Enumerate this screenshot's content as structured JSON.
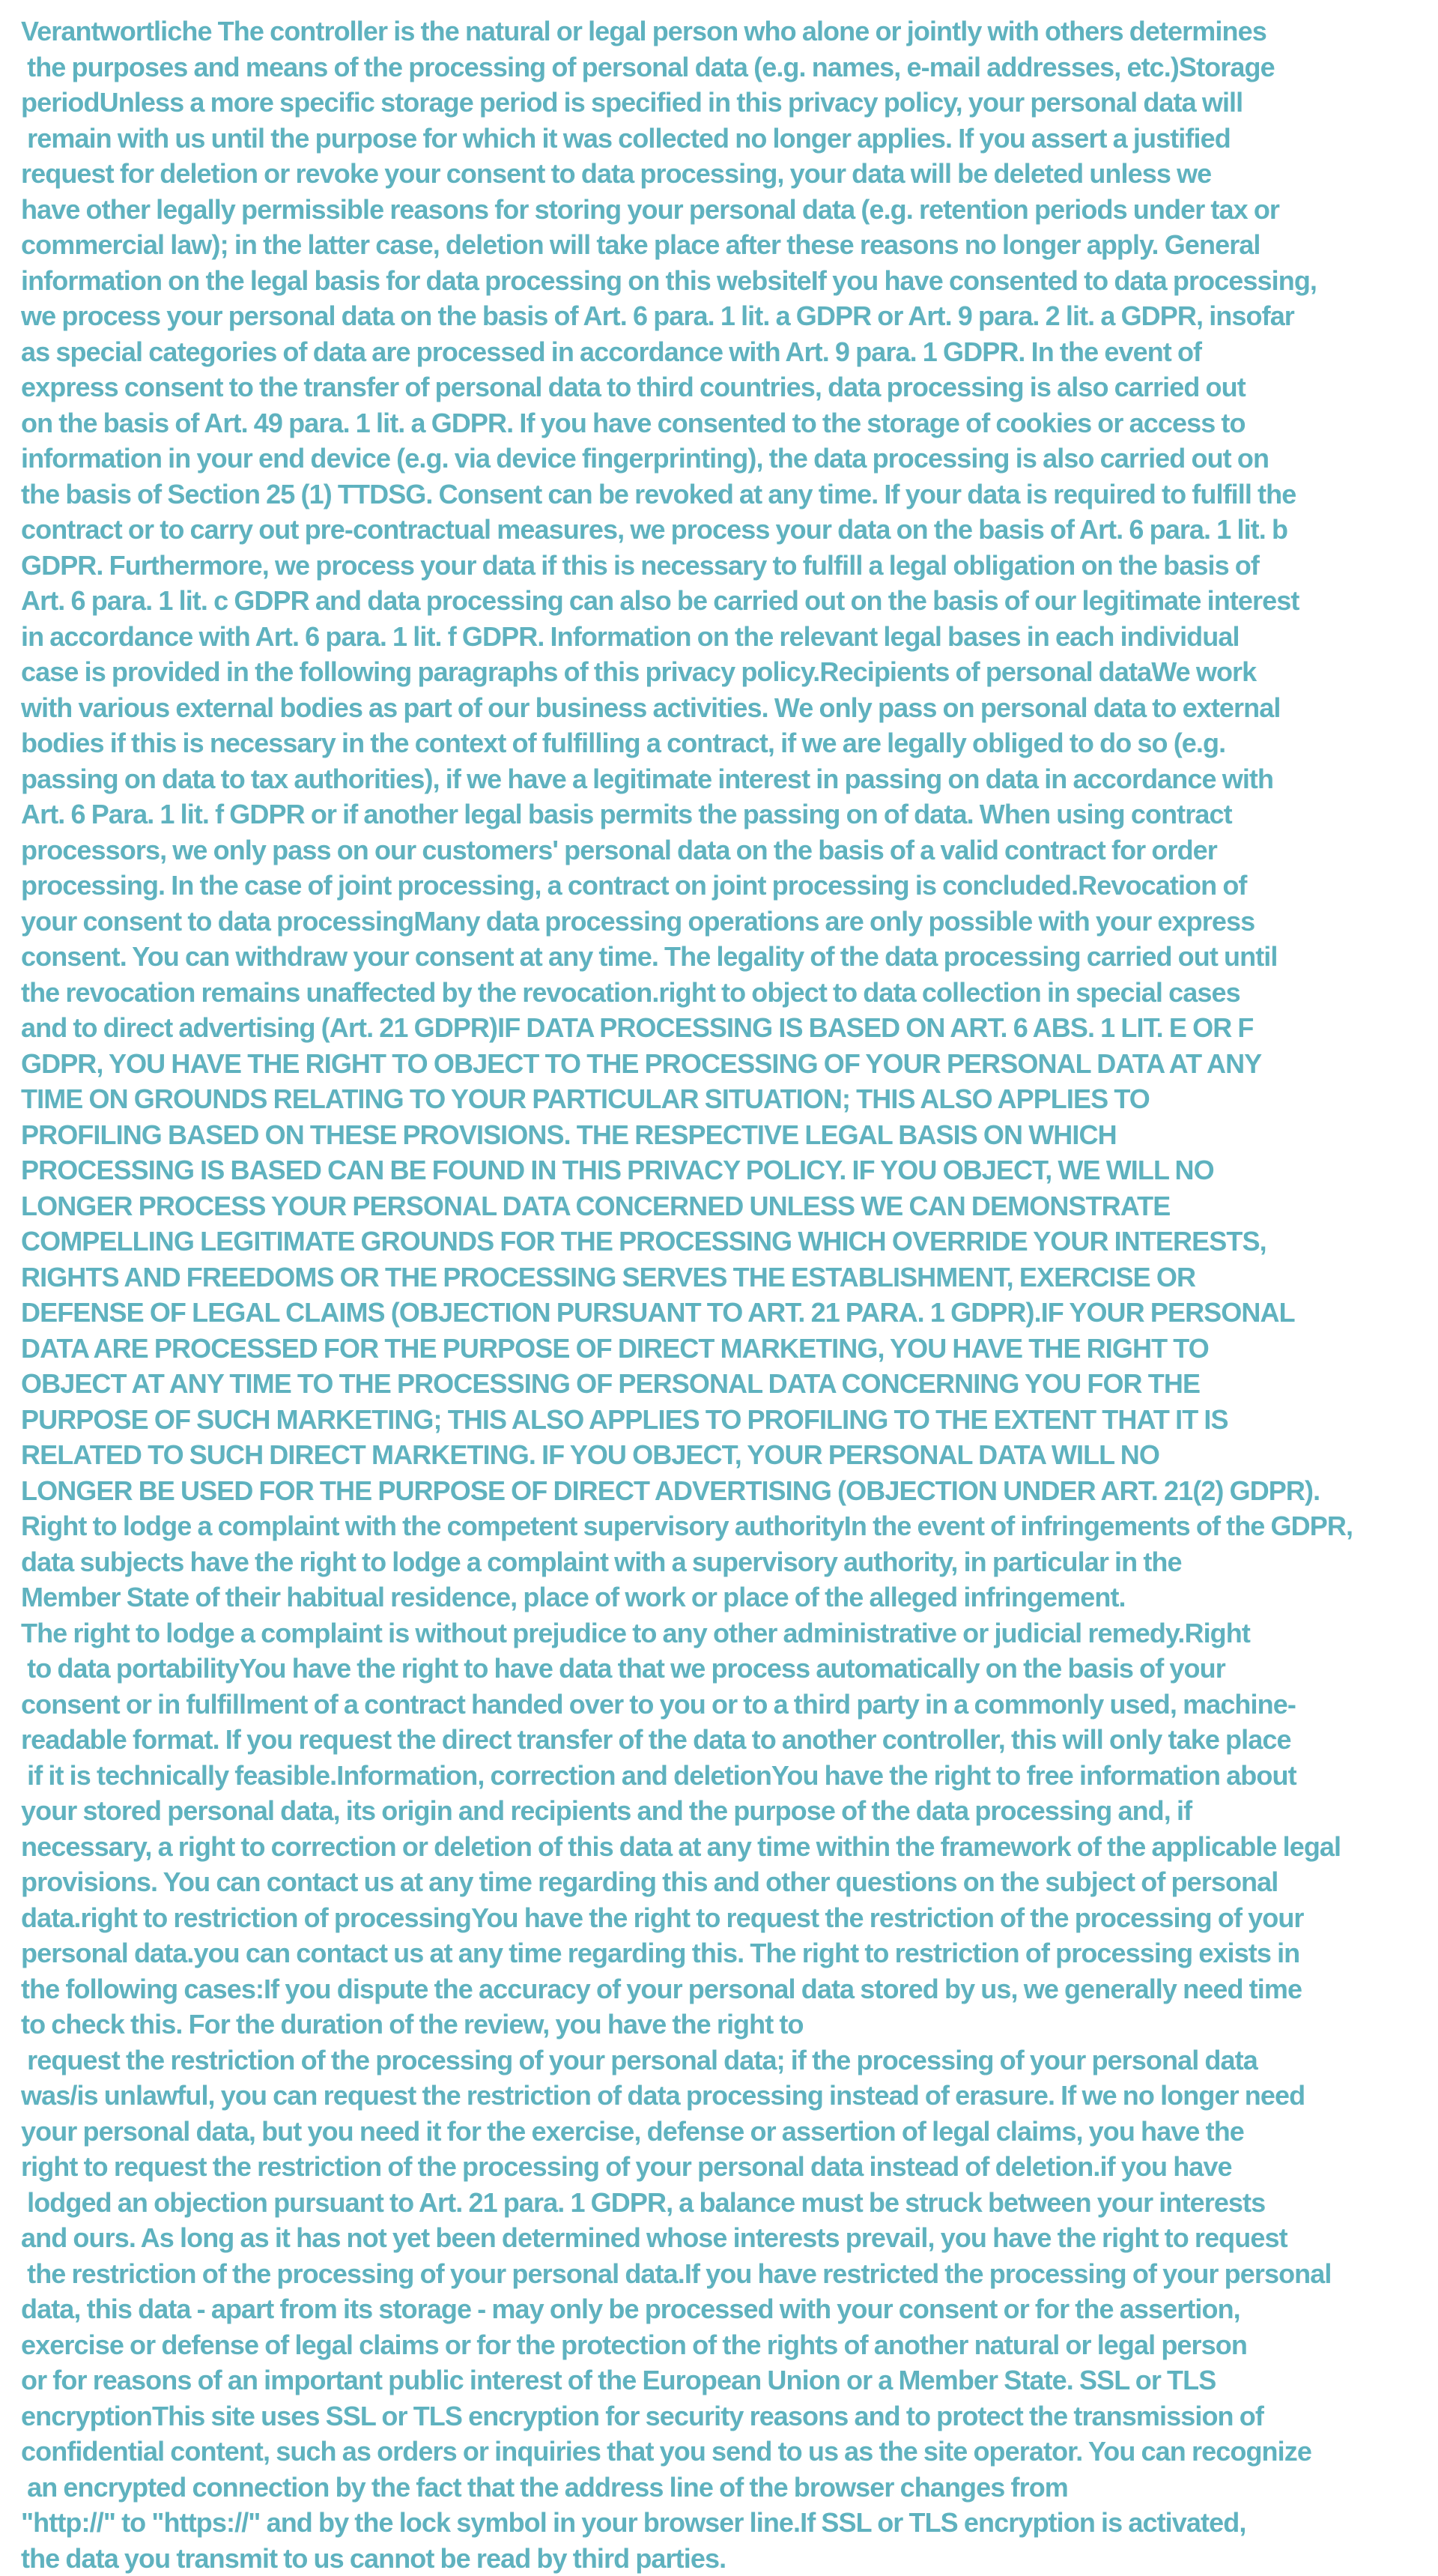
{
  "document": {
    "lines": [
      "Verantwortliche The controller is the natural or legal person who alone or jointly with others determines",
      " the purposes and means of the processing of personal data (e.g. names, e-mail addresses, etc.)Storage",
      "periodUnless a more specific storage period is specified in this privacy policy, your personal data will",
      " remain with us until the purpose for which it was collected no longer applies. If you assert a justified",
      "request for deletion or revoke your consent to data processing, your data will be deleted unless we",
      "have other legally permissible reasons for storing your personal data (e.g. retention periods under tax or",
      "commercial law); in the latter case, deletion will take place after these reasons no longer apply. General",
      "information on the legal basis for data processing on this websiteIf you have consented to data processing,",
      "we process your personal data on the basis of Art. 6 para. 1 lit. a GDPR or Art. 9 para. 2 lit. a GDPR, insofar",
      "as special categories of data are processed in accordance with Art. 9 para. 1 GDPR. In the event of",
      "express consent to the transfer of personal data to third countries, data processing is also carried out",
      "on the basis of Art. 49 para. 1 lit. a GDPR. If you have consented to the storage of cookies or access to",
      "information in your end device (e.g. via device fingerprinting), the data processing is also carried out on",
      "the basis of Section 25 (1) TTDSG. Consent can be revoked at any time. If your data is required to fulfill the",
      "contract or to carry out pre-contractual measures, we process your data on the basis of Art. 6 para. 1 lit. b",
      "GDPR. Furthermore, we process your data if this is necessary to fulfill a legal obligation on the basis of",
      "Art. 6 para. 1 lit. c GDPR and data processing can also be carried out on the basis of our legitimate interest",
      "in accordance with Art. 6 para. 1 lit. f GDPR. Information on the relevant legal bases in each individual",
      "case is provided in the following paragraphs of this privacy policy.Recipients of personal dataWe work",
      "with various external bodies as part of our business activities. We only pass on personal data to external",
      "bodies if this is necessary in the context of fulfilling a contract, if we are legally obliged to do so (e.g.",
      "passing on data to tax authorities), if we have a legitimate interest in passing on data in accordance with",
      "Art. 6 Para. 1 lit. f GDPR or if another legal basis permits the passing on of data. When using contract",
      "processors, we only pass on our customers' personal data on the basis of a valid contract for order",
      "processing. In the case of joint processing, a contract on joint processing is concluded.Revocation of",
      "your consent to data processingMany data processing operations are only possible with your express",
      "consent. You can withdraw your consent at any time. The legality of the data processing carried out until",
      "the revocation remains unaffected by the revocation.right to object to data collection in special cases",
      "and to direct advertising (Art. 21 GDPR)IF DATA PROCESSING IS BASED ON ART. 6 ABS. 1 LIT. E OR F",
      "GDPR, YOU HAVE THE RIGHT TO OBJECT TO THE PROCESSING OF YOUR PERSONAL DATA AT ANY",
      "TIME ON GROUNDS RELATING TO YOUR PARTICULAR SITUATION; THIS ALSO APPLIES TO",
      "PROFILING BASED ON THESE PROVISIONS. THE RESPECTIVE LEGAL BASIS ON WHICH",
      "PROCESSING IS BASED CAN BE FOUND IN THIS PRIVACY POLICY. IF YOU OBJECT, WE WILL NO",
      "LONGER PROCESS YOUR PERSONAL DATA CONCERNED UNLESS WE CAN DEMONSTRATE",
      "COMPELLING LEGITIMATE GROUNDS FOR THE PROCESSING WHICH OVERRIDE YOUR INTERESTS,",
      "RIGHTS AND FREEDOMS OR THE PROCESSING SERVES THE ESTABLISHMENT, EXERCISE OR",
      "DEFENSE OF LEGAL CLAIMS (OBJECTION PURSUANT TO ART. 21 PARA. 1 GDPR).IF YOUR PERSONAL",
      "DATA ARE PROCESSED FOR THE PURPOSE OF DIRECT MARKETING, YOU HAVE THE RIGHT TO",
      "OBJECT AT ANY TIME TO THE PROCESSING OF PERSONAL DATA CONCERNING YOU FOR THE",
      "PURPOSE OF SUCH MARKETING; THIS ALSO APPLIES TO PROFILING TO THE EXTENT THAT IT IS",
      "RELATED TO SUCH DIRECT MARKETING. IF YOU OBJECT, YOUR PERSONAL DATA WILL NO",
      "LONGER BE USED FOR THE PURPOSE OF DIRECT ADVERTISING (OBJECTION UNDER ART. 21(2) GDPR).",
      "Right to lodge a complaint with the competent supervisory authorityIn the event of infringements of the GDPR,",
      "data subjects have the right to lodge a complaint with a supervisory authority, in particular in the",
      "Member State of their habitual residence, place of work or place of the alleged infringement.",
      "The right to lodge a complaint is without prejudice to any other administrative or judicial remedy.Right",
      " to data portabilityYou have the right to have data that we process automatically on the basis of your",
      "consent or in fulfillment of a contract handed over to you or to a third party in a commonly used, machine-",
      "readable format. If you request the direct transfer of the data to another controller, this will only take place",
      " if it is technically feasible.Information, correction and deletionYou have the right to free information about",
      "your stored personal data, its origin and recipients and the purpose of the data processing and, if",
      "necessary, a right to correction or deletion of this data at any time within the framework of the applicable legal",
      "provisions. You can contact us at any time regarding this and other questions on the subject of personal",
      "data.right to restriction of processingYou have the right to request the restriction of the processing of your",
      "personal data.you can contact us at any time regarding this. The right to restriction of processing exists in",
      "the following cases:If you dispute the accuracy of your personal data stored by us, we generally need time",
      "to check this. For the duration of the review, you have the right to",
      " request the restriction of the processing of your personal data; if the processing of your personal data",
      "was/is unlawful, you can request the restriction of data processing instead of erasure. If we no longer need",
      "your personal data, but you need it for the exercise, defense or assertion of legal claims, you have the",
      "right to request the restriction of the processing of your personal data instead of deletion.if you have",
      " lodged an objection pursuant to Art. 21 para. 1 GDPR, a balance must be struck between your interests",
      "and ours. As long as it has not yet been determined whose interests prevail, you have the right to request",
      " the restriction of the processing of your personal data.If you have restricted the processing of your personal",
      "data, this data - apart from its storage - may only be processed with your consent or for the assertion,",
      "exercise or defense of legal claims or for the protection of the rights of another natural or legal person",
      "or for reasons of an important public interest of the European Union or a Member State. SSL or TLS",
      "encryptionThis site uses SSL or TLS encryption for security reasons and to protect the transmission of",
      "confidential content, such as orders or inquiries that you send to us as the site operator. You can recognize",
      " an encrypted connection by the fact that the address line of the browser changes from",
      "\"http://\" to \"https://\" and by the lock symbol in your browser line.If SSL or TLS encryption is activated,",
      "the data you transmit to us cannot be read by third parties."
    ]
  },
  "colors": {
    "text": "#5fb2bf",
    "background": "#ffffff"
  }
}
